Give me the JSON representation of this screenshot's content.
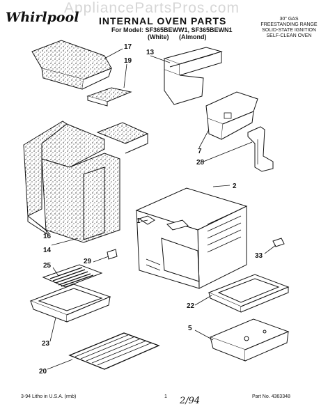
{
  "watermark": "AppliancePartsPros.com",
  "brand": "Whirlpool",
  "header": {
    "title": "INTERNAL OVEN PARTS",
    "model_line": "For Model: SF365BEWW1, SF365BEWN1",
    "variant_white": "(White)",
    "variant_almond": "(Almond)",
    "description": [
      "30\" GAS",
      "FREESTANDING RANGE",
      "SOLID-STATE IGNITION",
      "SELF-CLEAN OVEN"
    ]
  },
  "callouts": [
    "17",
    "19",
    "13",
    "7",
    "28",
    "2",
    "1",
    "16",
    "14",
    "29",
    "33",
    "25",
    "22",
    "5",
    "23",
    "20"
  ],
  "footer": {
    "left": "3-94 Litho in U.S.A. (rmb)",
    "page": "1",
    "part_no": "Part No. 4363348",
    "handwritten": "2/94"
  }
}
